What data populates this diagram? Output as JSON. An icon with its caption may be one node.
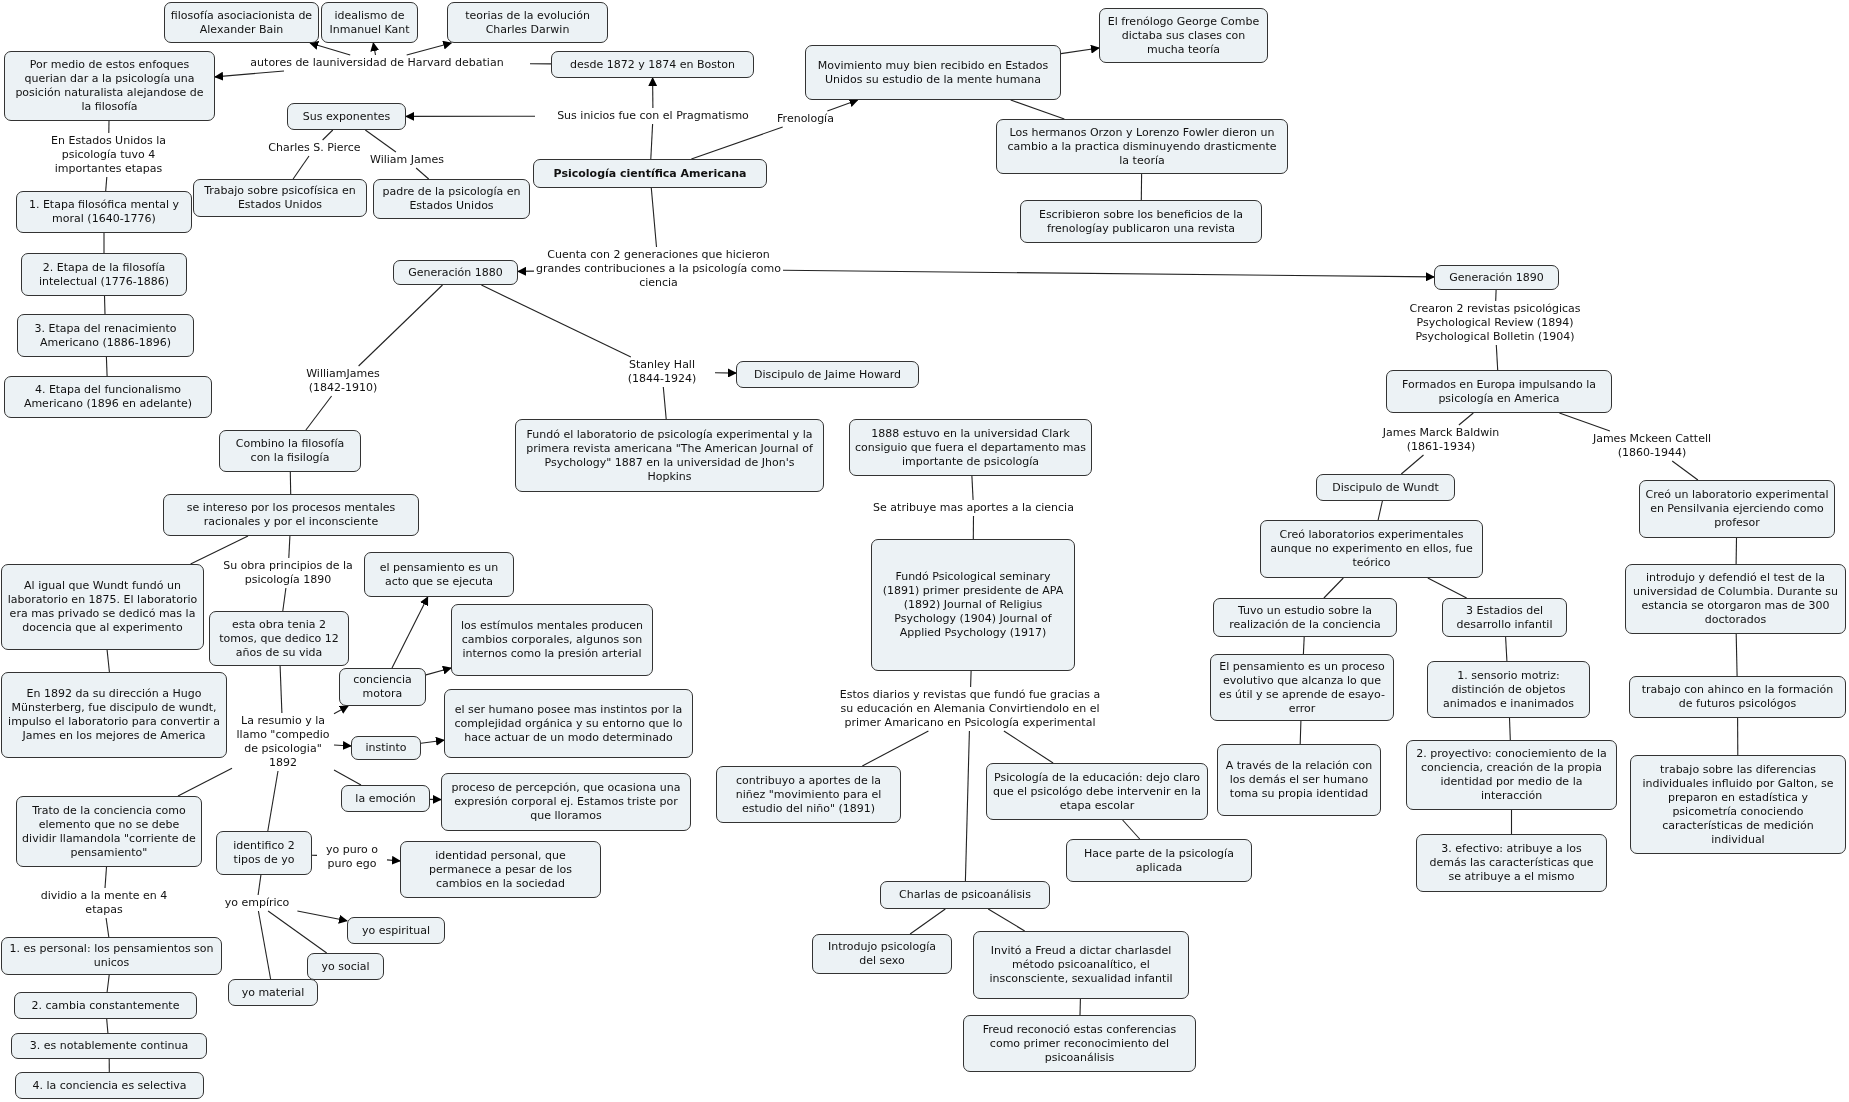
{
  "diagram": {
    "nodes": [
      {
        "text": [
          "filosofía asociacionista de Alexander Bain"
        ]
      },
      {
        "text": [
          "idealismo de Inmanuel Kant"
        ]
      },
      {
        "text": [
          "teorias de la evolución Charles Darwin"
        ]
      },
      {
        "text": [
          "Por medio de estos enfoques querian dar a la psicología una posición naturalista alejandose de la filosofía"
        ]
      },
      {
        "text": [
          "autores de launiversidad de Harvard debatian"
        ]
      },
      {
        "text": [
          "desde 1872 y 1874 en Boston"
        ]
      },
      {
        "text": [
          "Movimiento muy bien recibido en Estados Unidos su estudio de la mente humana"
        ]
      },
      {
        "text": [
          "El frenólogo George Combe dictaba sus clases con mucha teoría"
        ]
      },
      {
        "text": [
          "Sus exponentes"
        ]
      },
      {
        "text": [
          "Sus inicios fue con el Pragmatismo"
        ]
      },
      {
        "text": [
          "Frenología"
        ]
      },
      {
        "text": [
          "Los hermanos Orzon y Lorenzo Fowler dieron un cambio a la practica disminuyendo drasticmente la teoría"
        ]
      },
      {
        "text": [
          "En Estados Unidos la psicología tuvo 4 importantes etapas"
        ]
      },
      {
        "text": [
          "Charles S. Pierce"
        ]
      },
      {
        "text": [
          "Wiliam James"
        ]
      },
      {
        "text": [
          "Psicología científica Americana"
        ]
      },
      {
        "text": [
          "Trabajo sobre psicofísica en Estados Unidos"
        ]
      },
      {
        "text": [
          "padre de la psicología en Estados Unidos"
        ]
      },
      {
        "text": [
          "1. Etapa filosófica mental y moral (1640-1776)"
        ]
      },
      {
        "text": [
          "Escribieron sobre los beneficios de la frenologíay publicaron una revista"
        ]
      },
      {
        "text": [
          "2. Etapa de la filosofía intelectual (1776-1886)"
        ]
      },
      {
        "text": [
          "Generación 1880"
        ]
      },
      {
        "text": [
          "Cuenta con 2 generaciones que hicieron grandes contribuciones a la psicología como ciencia"
        ]
      },
      {
        "text": [
          "Generación 1890"
        ]
      },
      {
        "text": [
          "3. Etapa del renacimiento Americano (1886-1896)"
        ]
      },
      {
        "text": [
          "Crearon 2 revistas psicológicas Psychological Review (1894) Psychological Bolletin (1904)"
        ]
      },
      {
        "text": [
          "Stanley Hall (1844-1924)"
        ]
      },
      {
        "text": [
          "Discipulo de Jaime Howard"
        ]
      },
      {
        "text": [
          "WilliamJames (1842-1910)"
        ]
      },
      {
        "text": [
          "4. Etapa del funcionalismo Americano (1896 en adelante)"
        ]
      },
      {
        "text": [
          "Formados en Europa impulsando la psicología en America"
        ]
      },
      {
        "text": [
          "Fundó el laboratorio de psicología experimental y la primera revista americana \"The American Journal of Psychology\" 1887 en la universidad de Jhon's Hopkins"
        ]
      },
      {
        "text": [
          "1888 estuvo en la universidad Clark consiguio que fuera el departamento mas importante de psicología"
        ]
      },
      {
        "text": [
          "James Marck Baldwin (1861-1934)"
        ]
      },
      {
        "text": [
          "James Mckeen Cattell (1860-1944)"
        ]
      },
      {
        "text": [
          "Combino la filosofía con la fisilogía"
        ]
      },
      {
        "text": [
          "Discipulo de Wundt"
        ]
      },
      {
        "text": [
          "Creó un laboratorio experimental en Pensilvania ejerciendo como profesor"
        ]
      },
      {
        "text": [
          "se intereso por los procesos mentales racionales y por el inconsciente"
        ]
      },
      {
        "text": [
          "Se atribuye mas aportes a la ciencia"
        ]
      },
      {
        "text": [
          "Creó laboratorios experimentales aunque no experimento en ellos, fue teórico"
        ]
      },
      {
        "text": [
          "Fundó Psicological seminary (1891) primer presidente de APA (1892) Journal of Religius Psychology (1904) Journal of Applied Psychology (1917)"
        ]
      },
      {
        "text": [
          "el pensamiento es un acto que se ejecuta"
        ]
      },
      {
        "text": [
          "Su obra principios de la psicología 1890"
        ]
      },
      {
        "text": [
          "Al igual que Wundt fundó un laboratorio en 1875. El laboratorio era mas privado se dedicó mas la docencia que al experimento"
        ]
      },
      {
        "text": [
          "introdujo y defendió el test de la universidad de Columbia. Durante su estancia se otorgaron mas de 300 doctorados"
        ]
      },
      {
        "text": [
          "Tuvo un estudio sobre la realización de la conciencia"
        ]
      },
      {
        "text": [
          "3 Estadios del desarrollo infantil"
        ]
      },
      {
        "text": [
          "los estímulos mentales producen cambios corporales, algunos son internos como la presión arterial"
        ]
      },
      {
        "text": [
          "esta obra tenia 2 tomos, que dedico 12 años de su vida"
        ]
      },
      {
        "text": [
          "El pensamiento es un proceso evolutivo que alcanza lo que es útil y se aprende de esayo-error"
        ]
      },
      {
        "text": [
          "1. sensorio motriz: distinción de objetos animados e inanimados"
        ]
      },
      {
        "text": [
          "conciencia motora"
        ]
      },
      {
        "text": [
          "trabajo con ahinco en la formación de futuros psicológos"
        ]
      },
      {
        "text": [
          "En 1892 da su dirección a Hugo Münsterberg, fue discipulo de wundt, impulso el laboratorio para convertir a James en los mejores de America"
        ]
      },
      {
        "text": [
          "el ser humano posee mas instintos por la complejidad orgánica y su entorno que lo hace actuar de un modo determinado"
        ]
      },
      {
        "text": [
          "Estos diarios y revistas que fundó fue gracias a su educación en Alemania Convirtiendolo en el primer Amaricano en Psicología experimental"
        ]
      },
      {
        "text": [
          "La resumio y la llamo \"compedio de psicologia\" 1892"
        ]
      },
      {
        "text": [
          "instinto"
        ]
      },
      {
        "text": [
          "2. proyectivo: conociemiento de la conciencia, creación de la propia identidad por medio de la interacción"
        ]
      },
      {
        "text": [
          "A través de la relación con los demás el ser humano toma su propia identidad"
        ]
      },
      {
        "text": [
          "trabajo sobre las diferencias individuales influido por Galton, se preparon en estadística y psicometría conociendo características de medición individual"
        ]
      },
      {
        "text": [
          "contribuyo a aportes de la niñez \"movimiento para el estudio del niño\" (1891)"
        ]
      },
      {
        "text": [
          "Psicología de la educación: dejo claro que el psicológo debe intervenir en la etapa escolar"
        ]
      },
      {
        "text": [
          "la emoción"
        ]
      },
      {
        "text": [
          "proceso de percepción, que ocasiona una expresión corporal ej. Estamos triste por que lloramos"
        ]
      },
      {
        "text": [
          "Trato de la conciencia como elemento que no se debe dividir llamandola \"corriente de pensamiento\""
        ]
      },
      {
        "text": [
          "identifico 2 tipos de yo"
        ]
      },
      {
        "text": [
          "identidad personal, que permanece a pesar de los cambios en la sociedad"
        ]
      },
      {
        "text": [
          "Hace parte de la psicología aplicada"
        ]
      },
      {
        "text": [
          "3. efectivo: atribuye a los demás las características que se atribuye a el mismo"
        ]
      },
      {
        "text": [
          "Charlas de psicoanálisis"
        ]
      },
      {
        "text": [
          "yo puro o puro ego"
        ]
      },
      {
        "text": [
          "dividio a la mente en 4 etapas"
        ]
      },
      {
        "text": [
          "yo empírico"
        ]
      },
      {
        "text": [
          "yo espiritual"
        ]
      },
      {
        "text": [
          "1. es personal: los pensamientos son unicos"
        ]
      },
      {
        "text": [
          "Introdujo psicología del sexo"
        ]
      },
      {
        "text": [
          "Invitó a Freud a dictar charlasdel método psicoanalítico, el insconsciente, sexualidad infantil"
        ]
      },
      {
        "text": [
          "yo social"
        ]
      },
      {
        "text": [
          "yo material"
        ]
      },
      {
        "text": [
          "2. cambia constantemente"
        ]
      },
      {
        "text": [
          "3. es notablemente continua"
        ]
      },
      {
        "text": [
          "Freud reconoció estas conferencias como primer reconocimiento del psicoanálisis"
        ]
      },
      {
        "text": [
          "4. la conciencia es selectiva"
        ]
      }
    ],
    "edges": [
      {
        "from": 5,
        "to": 4,
        "arrow": "none"
      },
      {
        "from": 4,
        "to": 3,
        "arrow": "to"
      },
      {
        "from": 4,
        "to": 0,
        "arrow": "to"
      },
      {
        "from": 4,
        "to": 1,
        "arrow": "to"
      },
      {
        "from": 4,
        "to": 2,
        "arrow": "to"
      },
      {
        "from": 15,
        "to": 9,
        "arrow": "none"
      },
      {
        "from": 9,
        "to": 5,
        "arrow": "to"
      },
      {
        "from": 9,
        "to": 8,
        "arrow": "to"
      },
      {
        "from": 15,
        "to": 10,
        "arrow": "none"
      },
      {
        "from": 10,
        "to": 6,
        "arrow": "to"
      },
      {
        "from": 6,
        "to": 7,
        "arrow": "to"
      },
      {
        "from": 6,
        "to": 11,
        "arrow": "none"
      },
      {
        "from": 11,
        "to": 19,
        "arrow": "none"
      },
      {
        "from": 15,
        "to": 22,
        "arrow": "none"
      },
      {
        "from": 22,
        "to": 21,
        "arrow": "to"
      },
      {
        "from": 22,
        "to": 23,
        "arrow": "to"
      },
      {
        "from": 3,
        "to": 12,
        "arrow": "none"
      },
      {
        "from": 12,
        "to": 18,
        "arrow": "none"
      },
      {
        "from": 18,
        "to": 20,
        "arrow": "none"
      },
      {
        "from": 20,
        "to": 24,
        "arrow": "none"
      },
      {
        "from": 24,
        "to": 29,
        "arrow": "none"
      },
      {
        "from": 8,
        "to": 13,
        "arrow": "none"
      },
      {
        "from": 13,
        "to": 16,
        "arrow": "none"
      },
      {
        "from": 8,
        "to": 14,
        "arrow": "none"
      },
      {
        "from": 14,
        "to": 17,
        "arrow": "none"
      },
      {
        "from": 21,
        "to": 28,
        "arrow": "none"
      },
      {
        "from": 28,
        "to": 35,
        "arrow": "none"
      },
      {
        "from": 21,
        "to": 26,
        "arrow": "none"
      },
      {
        "from": 26,
        "to": 27,
        "arrow": "to"
      },
      {
        "from": 26,
        "to": 31,
        "arrow": "none"
      },
      {
        "from": 32,
        "to": 39,
        "arrow": "none"
      },
      {
        "from": 39,
        "to": 41,
        "arrow": "none"
      },
      {
        "from": 41,
        "to": 56,
        "arrow": "none"
      },
      {
        "from": 56,
        "to": 62,
        "arrow": "none"
      },
      {
        "from": 56,
        "to": 63,
        "arrow": "none"
      },
      {
        "from": 56,
        "to": 71,
        "arrow": "none"
      },
      {
        "from": 63,
        "to": 69,
        "arrow": "none"
      },
      {
        "from": 71,
        "to": 77,
        "arrow": "none"
      },
      {
        "from": 71,
        "to": 78,
        "arrow": "none"
      },
      {
        "from": 78,
        "to": 83,
        "arrow": "none"
      },
      {
        "from": 35,
        "to": 38,
        "arrow": "none"
      },
      {
        "from": 38,
        "to": 44,
        "arrow": "none"
      },
      {
        "from": 44,
        "to": 54,
        "arrow": "none"
      },
      {
        "from": 38,
        "to": 43,
        "arrow": "none"
      },
      {
        "from": 43,
        "to": 49,
        "arrow": "none"
      },
      {
        "from": 49,
        "to": 57,
        "arrow": "none"
      },
      {
        "from": 57,
        "to": 52,
        "arrow": "to"
      },
      {
        "from": 57,
        "to": 58,
        "arrow": "to"
      },
      {
        "from": 57,
        "to": 64,
        "arrow": "none"
      },
      {
        "from": 57,
        "to": 66,
        "arrow": "none"
      },
      {
        "from": 57,
        "to": 67,
        "arrow": "none"
      },
      {
        "from": 52,
        "to": 42,
        "arrow": "to"
      },
      {
        "from": 52,
        "to": 48,
        "arrow": "to"
      },
      {
        "from": 58,
        "to": 55,
        "arrow": "to"
      },
      {
        "from": 64,
        "to": 65,
        "arrow": "to"
      },
      {
        "from": 66,
        "to": 73,
        "arrow": "none"
      },
      {
        "from": 73,
        "to": 76,
        "arrow": "none"
      },
      {
        "from": 76,
        "to": 81,
        "arrow": "none"
      },
      {
        "from": 81,
        "to": 82,
        "arrow": "none"
      },
      {
        "from": 82,
        "to": 84,
        "arrow": "none"
      },
      {
        "from": 67,
        "to": 72,
        "arrow": "none"
      },
      {
        "from": 72,
        "to": 68,
        "arrow": "to"
      },
      {
        "from": 67,
        "to": 74,
        "arrow": "none"
      },
      {
        "from": 74,
        "to": 75,
        "arrow": "to"
      },
      {
        "from": 74,
        "to": 79,
        "arrow": "none"
      },
      {
        "from": 74,
        "to": 80,
        "arrow": "none"
      },
      {
        "from": 23,
        "to": 25,
        "arrow": "none"
      },
      {
        "from": 25,
        "to": 30,
        "arrow": "none"
      },
      {
        "from": 30,
        "to": 33,
        "arrow": "none"
      },
      {
        "from": 33,
        "to": 36,
        "arrow": "none"
      },
      {
        "from": 36,
        "to": 40,
        "arrow": "none"
      },
      {
        "from": 30,
        "to": 34,
        "arrow": "none"
      },
      {
        "from": 34,
        "to": 37,
        "arrow": "none"
      },
      {
        "from": 37,
        "to": 45,
        "arrow": "none"
      },
      {
        "from": 45,
        "to": 53,
        "arrow": "none"
      },
      {
        "from": 53,
        "to": 61,
        "arrow": "none"
      },
      {
        "from": 40,
        "to": 46,
        "arrow": "none"
      },
      {
        "from": 40,
        "to": 47,
        "arrow": "none"
      },
      {
        "from": 46,
        "to": 50,
        "arrow": "none"
      },
      {
        "from": 50,
        "to": 60,
        "arrow": "none"
      },
      {
        "from": 47,
        "to": 51,
        "arrow": "none"
      },
      {
        "from": 51,
        "to": 59,
        "arrow": "none"
      },
      {
        "from": 59,
        "to": 70,
        "arrow": "none"
      }
    ]
  }
}
